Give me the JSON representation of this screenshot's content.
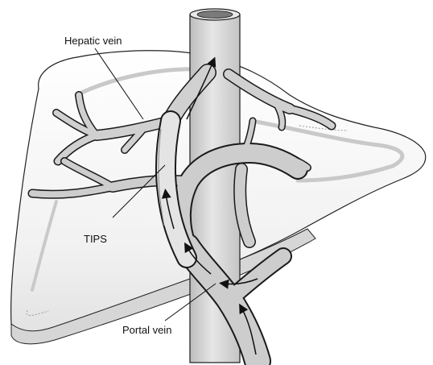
{
  "labels": {
    "hepatic_vein": "Hepatic vein",
    "tips": "TIPS",
    "portal_vein": "Portal vein"
  },
  "colors": {
    "liver_fill": "#f2f2f2",
    "liver_shade": "#d9d9d9",
    "vessel_fill": "#cfcfcf",
    "vessel_outline": "#1a1a1a",
    "background": "#ffffff"
  }
}
